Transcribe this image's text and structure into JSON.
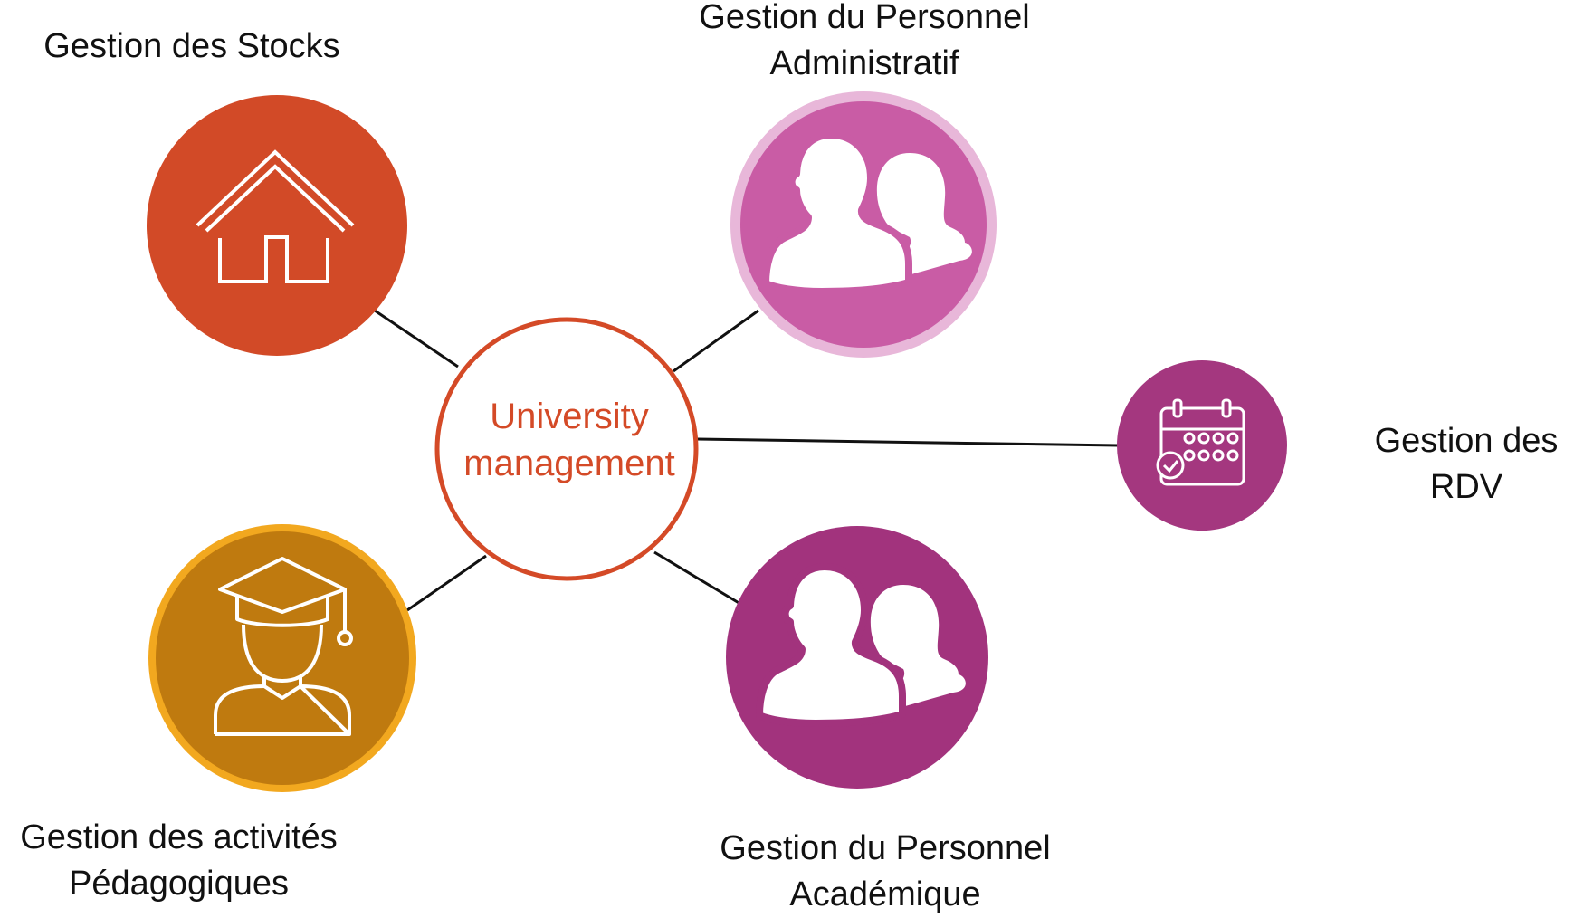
{
  "center": {
    "lines": [
      "University",
      "management"
    ],
    "color": "#d44a27",
    "ring_color": "#d44a27"
  },
  "nodes": [
    {
      "id": "stocks",
      "icon": "house-icon",
      "fill": "#d24a27",
      "ring": "#d24a27",
      "label_lines": [
        "Gestion des Stocks"
      ]
    },
    {
      "id": "admin",
      "icon": "two-people-icon",
      "fill": "#c95ca5",
      "ring": "#e8b7d9",
      "label_lines": [
        "Gestion du Personnel",
        "Administratif"
      ]
    },
    {
      "id": "rdv",
      "icon": "calendar-check-icon",
      "fill": "#a4377f",
      "ring": "#a4377f",
      "label_lines": [
        "Gestion des",
        "RDV"
      ]
    },
    {
      "id": "academic",
      "icon": "two-people-icon",
      "fill": "#a2337d",
      "ring": "#a2337d",
      "label_lines": [
        "Gestion du Personnel",
        "Académique"
      ]
    },
    {
      "id": "pedago",
      "icon": "graduate-icon",
      "fill": "#bf7a0f",
      "ring": "#f2a81f",
      "label_lines": [
        "Gestion des activités",
        "Pédagogiques"
      ]
    }
  ],
  "connector_color": "#111111"
}
